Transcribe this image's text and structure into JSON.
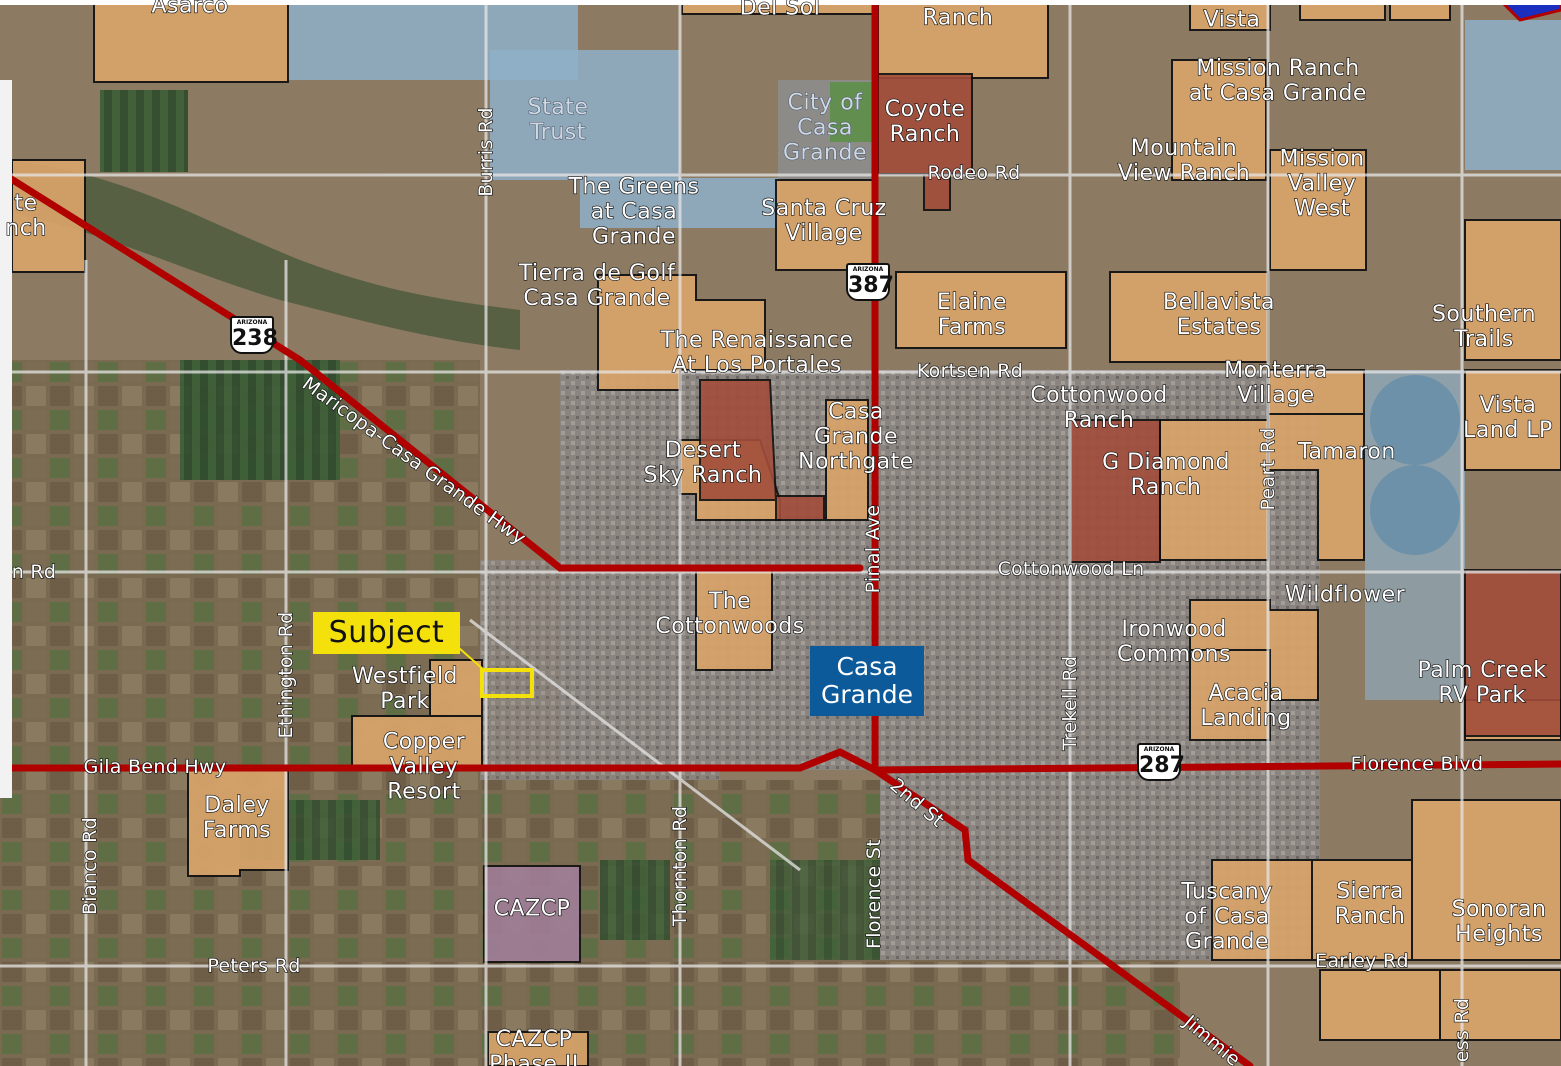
{
  "map": {
    "subject_label": "Subject",
    "city_label": "Casa Grande",
    "colors": {
      "highway": "#b00000",
      "parcel_tan": "#d9a46a",
      "parcel_red": "#a24d3b",
      "parcel_purple": "#a07e98",
      "state_trust": "#8fb0c9",
      "subject_outline": "#f4e10b",
      "city_box": "#0d5a9a"
    },
    "shields": [
      {
        "state": "ARIZONA",
        "number": "238"
      },
      {
        "state": "ARIZONA",
        "number": "387"
      },
      {
        "state": "ARIZONA",
        "number": "287"
      }
    ],
    "developments": [
      "Asarco",
      "Del Sol",
      "Ranch",
      "Vista",
      "Mission Ranch\nat Casa Grande",
      "State\nTrust",
      "City of\nCasa\nGrande",
      "Coyote\nRanch",
      "Mountain\nView Ranch",
      "Mission\nValley\nWest",
      "The Greens\nat Casa\nGrande",
      "Santa Cruz\nVillage",
      "te\nnch",
      "Tierra de Golf\nCasa Grande",
      "Elaine\nFarms",
      "Bellavista\nEstates",
      "Southern\nTrails",
      "The Renaissance\nAt Los Portales",
      "Monterra\nVillage",
      "Cottonwood\nRanch",
      "Casa\nGrande\nNorthgate",
      "Desert\nSky Ranch",
      "Vista\nLand LP",
      "G Diamond\nRanch",
      "Tamaron",
      "The\nCottonwoods",
      "Wildflower",
      "Ironwood\nCommons",
      "Westfield\nPark",
      "Acacia\nLanding",
      "Palm Creek\nRV Park",
      "Copper\nValley\nResort",
      "Daley\nFarms",
      "Tuscany\nof Casa\nGrande",
      "Sierra\nRanch",
      "Sonoran\nHeights",
      "CAZCP",
      "CAZCP\nPhase II"
    ],
    "roads": [
      "Burris Rd",
      "Rodeo Rd",
      "Kortsen Rd",
      "Maricopa-Casa Grande Hwy",
      "Peart Rd",
      "Pinal Ave",
      "Cottonwood Ln",
      "n Rd",
      "Ethington Rd",
      "Trekell Rd",
      "Gila Bend Hwy",
      "Florence Blvd",
      "2nd St",
      "Bianco Rd",
      "Thornton Rd",
      "Florence St",
      "Peters Rd",
      "Earley Rd",
      "Jimmie",
      "ess Rd"
    ]
  }
}
